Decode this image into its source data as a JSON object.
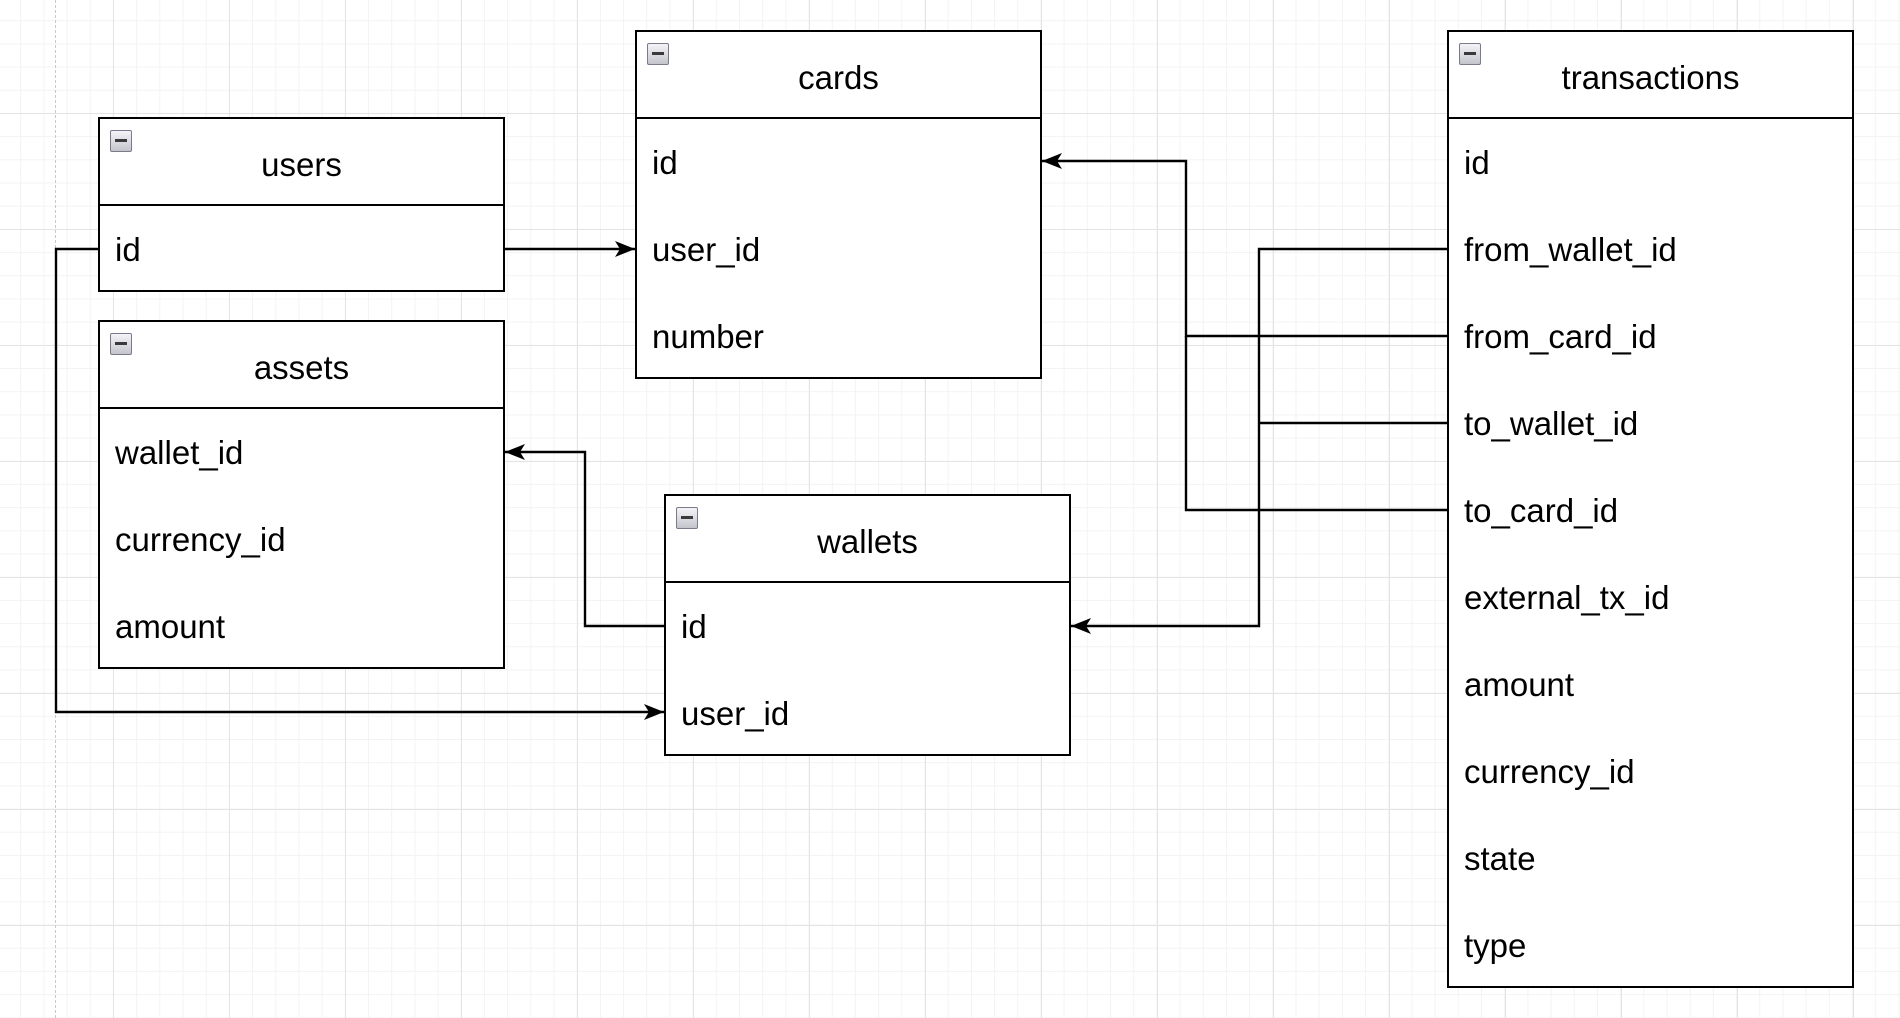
{
  "diagram": {
    "entities": {
      "users": {
        "title": "users",
        "fields": [
          "id"
        ]
      },
      "assets": {
        "title": "assets",
        "fields": [
          "wallet_id",
          "currency_id",
          "amount"
        ]
      },
      "cards": {
        "title": "cards",
        "fields": [
          "id",
          "user_id",
          "number"
        ]
      },
      "wallets": {
        "title": "wallets",
        "fields": [
          "id",
          "user_id"
        ]
      },
      "transactions": {
        "title": "transactions",
        "fields": [
          "id",
          "from_wallet_id",
          "from_card_id",
          "to_wallet_id",
          "to_card_id",
          "external_tx_id",
          "amount",
          "currency_id",
          "state",
          "type"
        ]
      }
    },
    "relationships": [
      {
        "from": "users.id",
        "to": "cards.user_id"
      },
      {
        "from": "users.id",
        "to": "wallets.user_id"
      },
      {
        "from": "wallets.id",
        "to": "assets.wallet_id"
      },
      {
        "from": "transactions.from_card_id",
        "to": "cards.id"
      },
      {
        "from": "transactions.to_card_id",
        "to": "cards.id"
      },
      {
        "from": "transactions.from_wallet_id",
        "to": "wallets.id"
      },
      {
        "from": "transactions.to_wallet_id",
        "to": "wallets.id"
      }
    ]
  }
}
